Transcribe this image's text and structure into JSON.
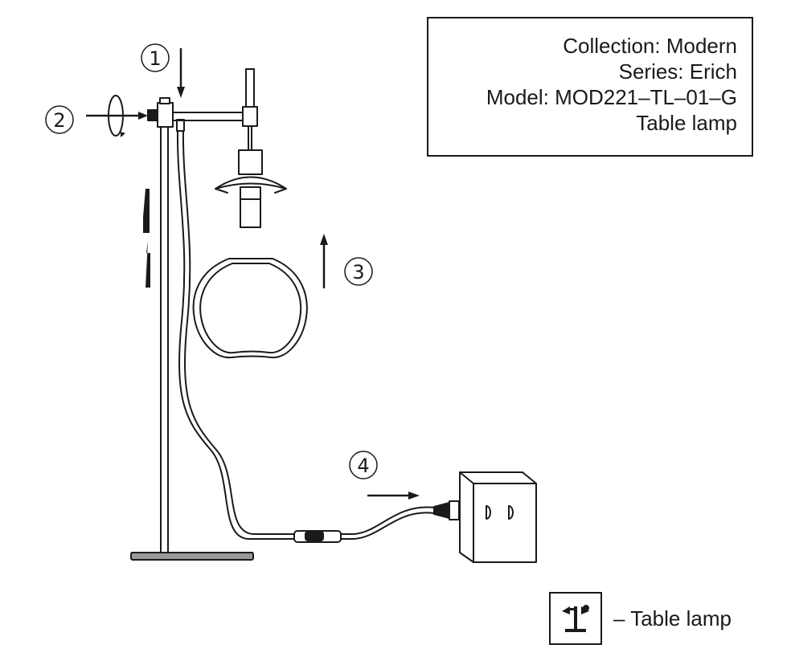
{
  "info": {
    "collection": "Collection: Modern",
    "series": "Series: Erich",
    "model": "Model: MOD221–TL–01–G",
    "type": "Table lamp"
  },
  "steps": [
    "1",
    "2",
    "3",
    "4"
  ],
  "legend": {
    "icon": "table-lamp-icon",
    "label": "– Table lamp"
  }
}
